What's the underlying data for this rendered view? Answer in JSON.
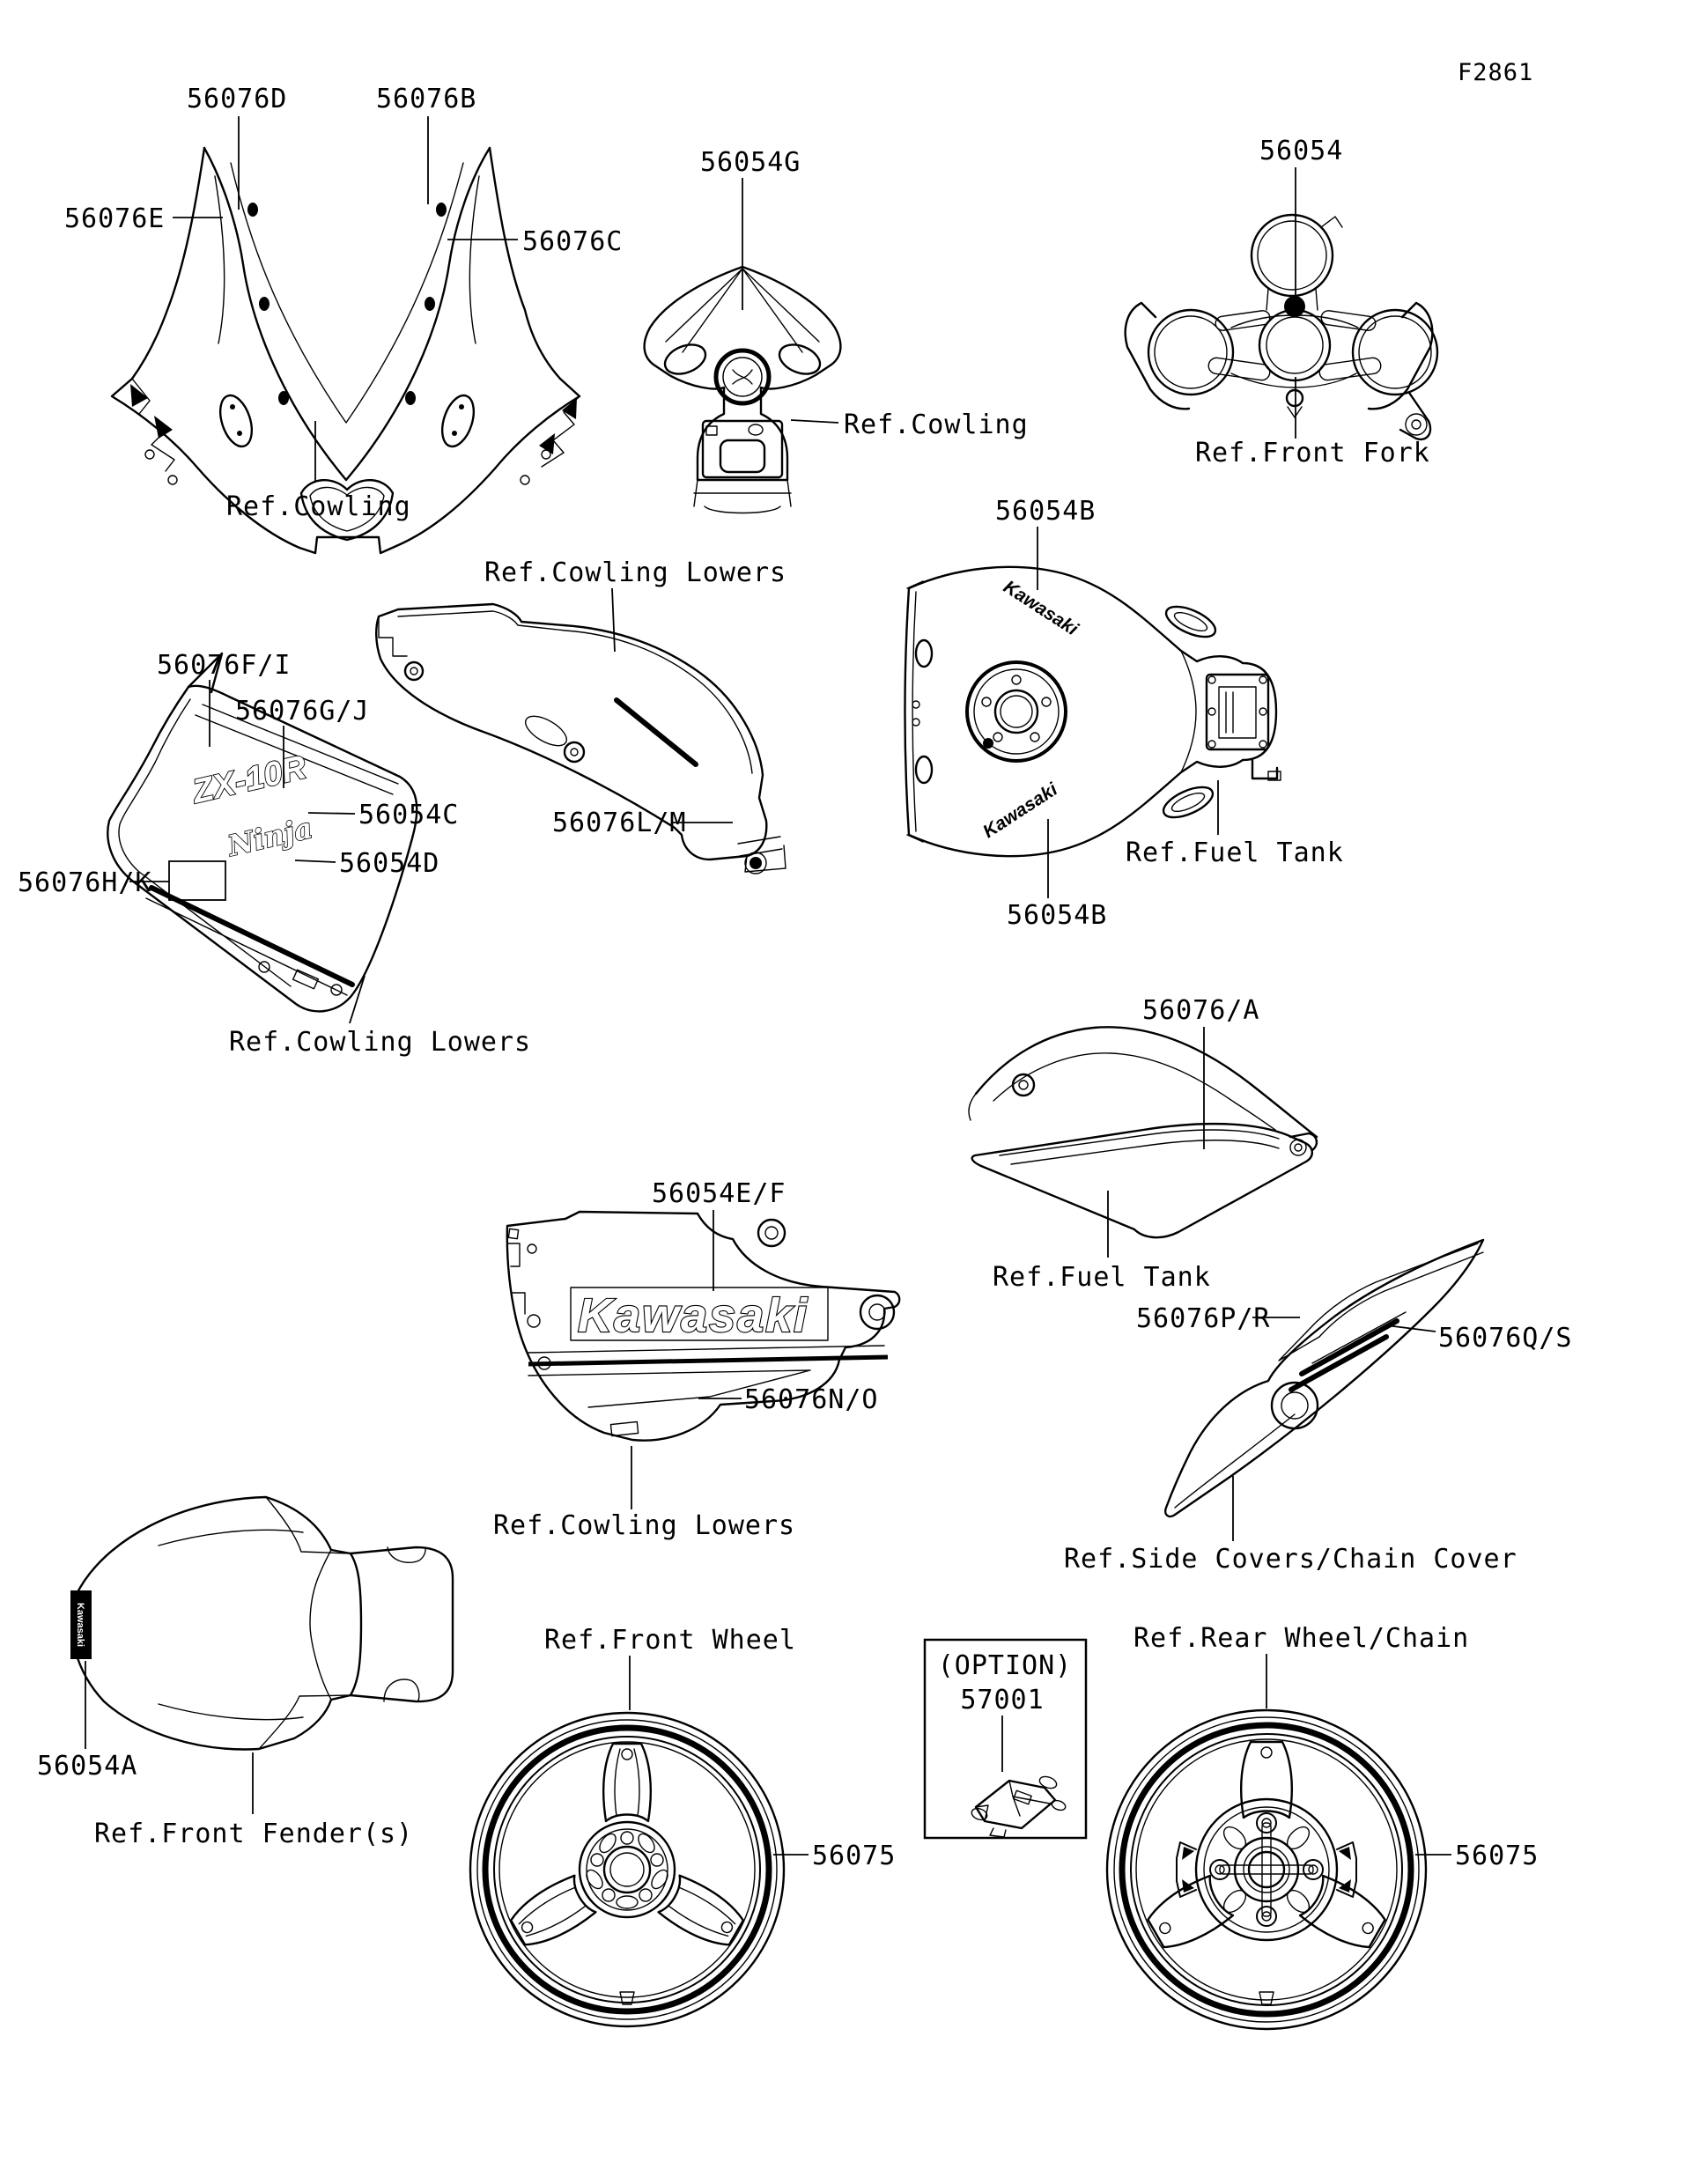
{
  "diagram_code": "F2861",
  "option_box": {
    "title": "(OPTION)",
    "part_number": "57001"
  },
  "callouts": {
    "cowl_left_stripe": "56076D",
    "cowl_right_stripe": "56076B",
    "cowl_left_outer": "56076E",
    "cowl_right_outer": "56076C",
    "meter_cover_decal": "56054G",
    "steering_stem_mark": "56054",
    "fairing_upper_decal": "56076F/I",
    "fairing_mid_decal": "56076G/J",
    "zx10r_decal": "56054C",
    "ninja_decal": "56054D",
    "fairing_lower_decal": "56076H/K",
    "cowling_lower_pattern": "56076L/M",
    "tank_kawasaki_decal": "56054B",
    "tank_side_pattern": "56076/A",
    "lower_kawasaki_decal": "56054E/F",
    "lower_stripe_decal": "56076N/O",
    "side_cover_upper": "56076P/R",
    "side_cover_lower": "56076Q/S",
    "fender_decal": "56054A",
    "wheel_rim_stripe": "56075"
  },
  "refs": {
    "cowling": "Ref.Cowling",
    "front_fork": "Ref.Front Fork",
    "cowling_lowers": "Ref.Cowling Lowers",
    "fuel_tank": "Ref.Fuel Tank",
    "side_covers": "Ref.Side Covers/Chain Cover",
    "front_fender": "Ref.Front Fender(s)",
    "front_wheel": "Ref.Front Wheel",
    "rear_wheel": "Ref.Rear Wheel/Chain"
  },
  "logos": {
    "kawasaki": "Kawasaki",
    "zx10r": "ZX-10R",
    "ninja": "Ninja"
  }
}
